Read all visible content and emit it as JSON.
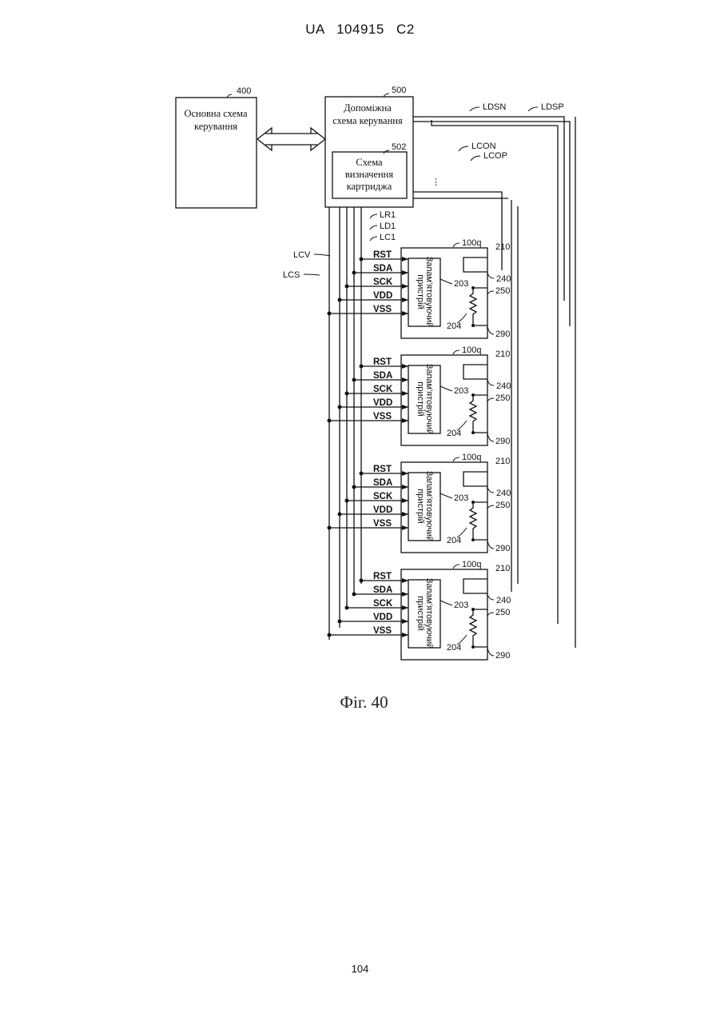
{
  "header": {
    "patent": "UA   104915   C2"
  },
  "footer": {
    "page_number": "104"
  },
  "figure": {
    "caption": "Фіг. 40",
    "main_circuit": {
      "ref": "400",
      "label_lines": [
        "Основна схема",
        "керування"
      ]
    },
    "aux_circuit": {
      "ref": "500",
      "label_lines": [
        "Допоміжна",
        "схема керування"
      ]
    },
    "detect_circuit": {
      "ref": "502",
      "label_lines": [
        "Схема",
        "визначення",
        "картриджа"
      ]
    },
    "lines": {
      "ldsn": "LDSN",
      "ldsp": "LDSP",
      "lcon": "LCON",
      "lcop": "LCOP",
      "lr1": "LR1",
      "ld1": "LD1",
      "lc1": "LC1",
      "lcv": "LCV",
      "lcs": "LCS"
    },
    "ellipsis": "⋮",
    "cartridge": {
      "ref": "100q",
      "memory_label_lines": [
        "Запам'ятовуючий",
        "пристрій"
      ],
      "memory_ref": "203",
      "resistor_ref": "204",
      "terminals": {
        "t210": "210",
        "t240": "240",
        "t250": "250",
        "t290": "290"
      },
      "signals": [
        "RST",
        "SDA",
        "SCK",
        "VDD",
        "VSS"
      ]
    }
  }
}
